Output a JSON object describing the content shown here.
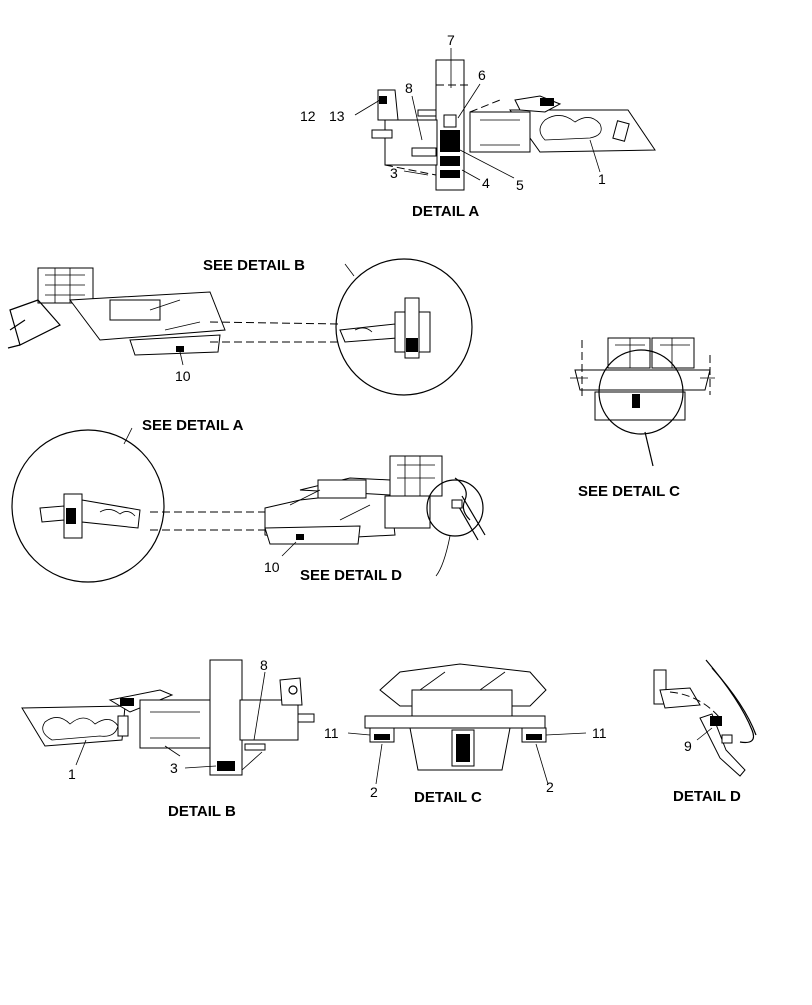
{
  "details": {
    "a": {
      "title": "DETAIL  A",
      "callouts": [
        "1",
        "3",
        "4",
        "5",
        "6",
        "7",
        "8",
        "12",
        "13"
      ]
    },
    "b": {
      "title": "DETAIL  B",
      "callouts": [
        "1",
        "3",
        "8"
      ]
    },
    "c": {
      "title": "DETAIL  C",
      "callouts": [
        "11",
        "11",
        "2",
        "2"
      ]
    },
    "d": {
      "title": "DETAIL  D",
      "callouts": [
        "9"
      ]
    }
  },
  "references": {
    "see_b": "SEE DETAIL  B",
    "see_a": "SEE DETAIL  A",
    "see_c": "SEE DETAIL  C",
    "see_d": "SEE DETAIL  D"
  },
  "main_views": {
    "upper_callout": "10",
    "lower_callout": "10"
  }
}
